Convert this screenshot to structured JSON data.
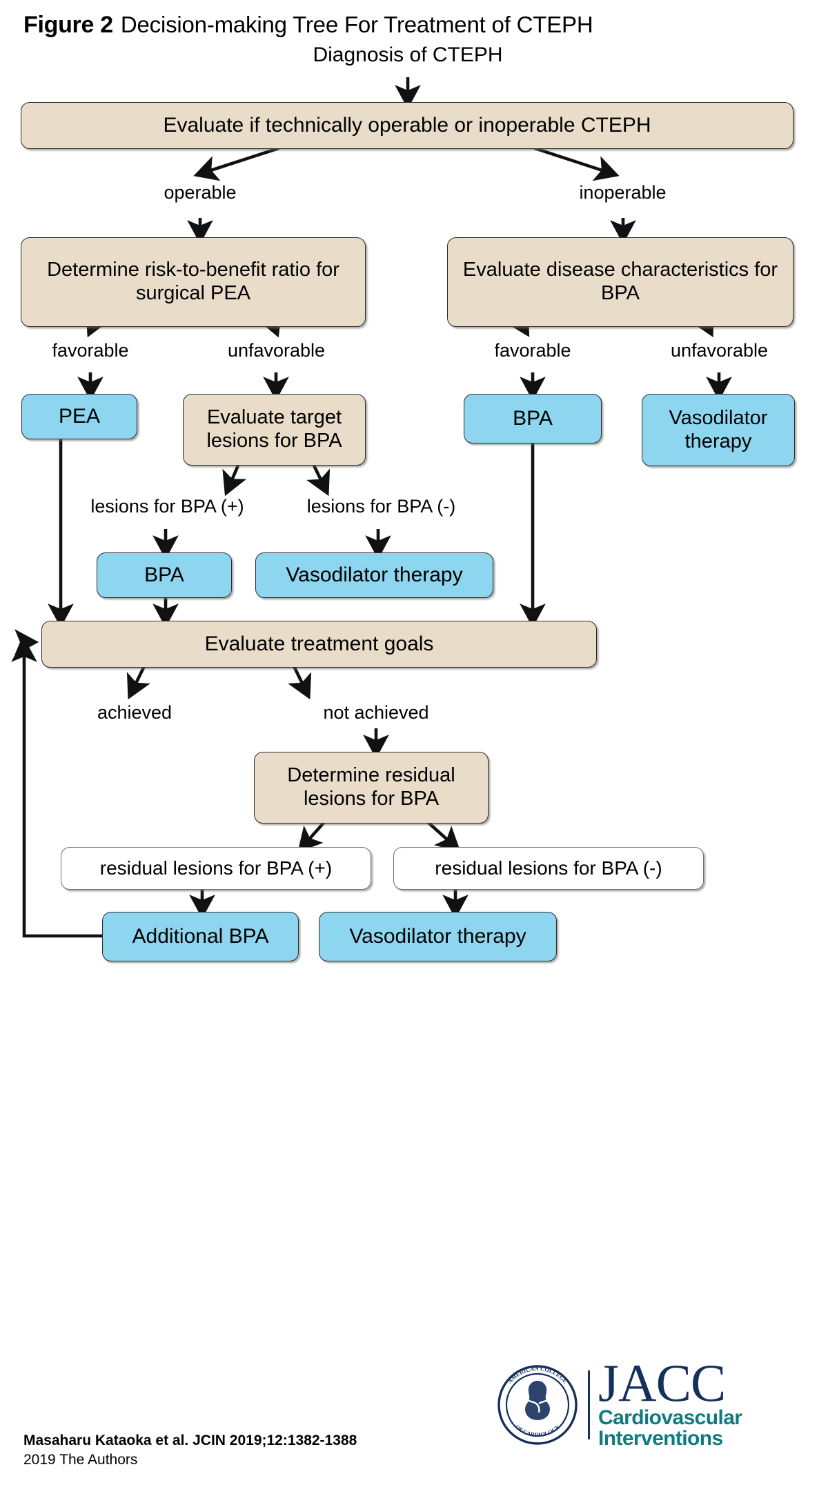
{
  "figure": {
    "label": "Figure 2",
    "title": "Decision-making Tree For Treatment of CTEPH"
  },
  "colors": {
    "decision_box": "#e9dcc8",
    "treatment_box": "#8ed6ef",
    "plain_box": "#ffffff",
    "border": "#2b2b2b",
    "jacc_navy": "#16305c",
    "jacc_teal": "#0f7a7f"
  },
  "nodes": {
    "diagnosis": "Diagnosis of CTEPH",
    "evaluate_operability": "Evaluate if technically operable or inoperable CTEPH",
    "determine_risk_benefit": "Determine risk-to-benefit ratio for surgical PEA",
    "evaluate_disease_characteristics": "Evaluate disease characteristics for BPA",
    "pea": "PEA",
    "evaluate_target_lesions": "Evaluate target lesions for BPA",
    "bpa_inoperable": "BPA",
    "vasodilator_unfavorable": "Vasodilator therapy",
    "bpa_lesions_positive": "BPA",
    "vasodilator_lesions_negative": "Vasodilator therapy",
    "evaluate_treatment_goals": "Evaluate treatment goals",
    "determine_residual_lesions": "Determine residual lesions for BPA",
    "residual_positive": "residual lesions for BPA (+)",
    "residual_negative": "residual lesions for BPA (-)",
    "additional_bpa": "Additional BPA",
    "vasodilator_residual_negative": "Vasodilator therapy"
  },
  "edge_labels": {
    "operable": "operable",
    "inoperable": "inoperable",
    "favorable_pea": "favorable",
    "unfavorable_pea": "unfavorable",
    "favorable_bpa": "favorable",
    "unfavorable_bpa": "unfavorable",
    "lesions_positive": "lesions for BPA (+)",
    "lesions_negative": "lesions for BPA (-)",
    "achieved": "achieved",
    "not_achieved": "not achieved"
  },
  "footer": {
    "citation": "Masaharu Kataoka et al. JCIN 2019;12:1382-1388",
    "copyright": "2019 The Authors"
  },
  "logo": {
    "seal_top_text": "AMERICAN COLLEGE",
    "seal_bottom_text": "OF CARDIOLOGY",
    "wordmark": "JACC",
    "subtitle_line1": "Cardiovascular",
    "subtitle_line2": "Interventions"
  }
}
